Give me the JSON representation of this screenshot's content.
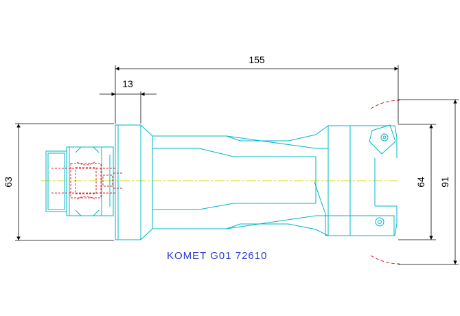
{
  "drawing": {
    "part_label": "KOMET G01 72610",
    "dimensions": {
      "overall_length": "155",
      "flange_width": "13",
      "shank_diameter": "63",
      "body_diameter": "64",
      "cutting_diameter": "91"
    }
  },
  "colors": {
    "outline": "#00b4c8",
    "hidden": "#e0202a",
    "centerline": "#d8d800",
    "dimension": "#000000",
    "label": "#2a3ad0",
    "background": "#ffffff"
  }
}
